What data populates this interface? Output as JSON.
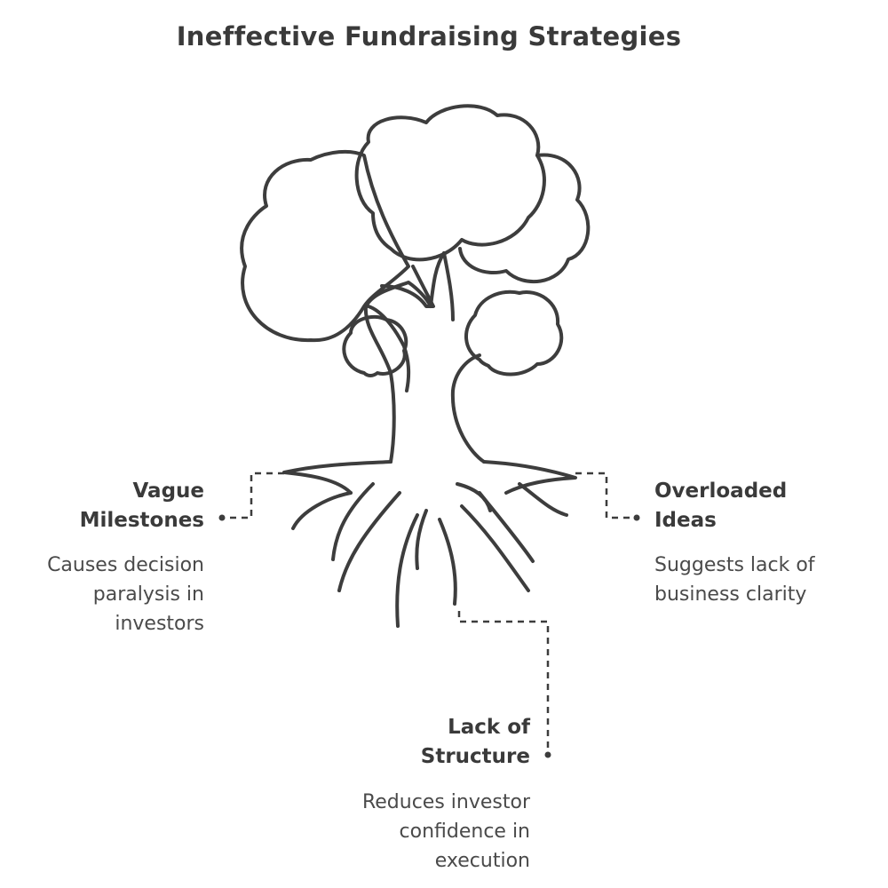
{
  "title": "Ineffective Fundraising Strategies",
  "colors": {
    "stroke": "#3d3d3d",
    "text": "#3a3a3a",
    "background": "#ffffff"
  },
  "nodes": [
    {
      "id": "vague",
      "label": "Vague\nMilestones",
      "description": "Causes decision\nparalysis in\ninvestors"
    },
    {
      "id": "overloaded",
      "label": "Overloaded\nIdeas",
      "description": "Suggests lack of\nbusiness clarity"
    },
    {
      "id": "structure",
      "label": "Lack of\nStructure",
      "description": "Reduces investor\nconfidence in\nexecution"
    }
  ],
  "icons": {
    "center": "tree-with-roots-icon"
  }
}
